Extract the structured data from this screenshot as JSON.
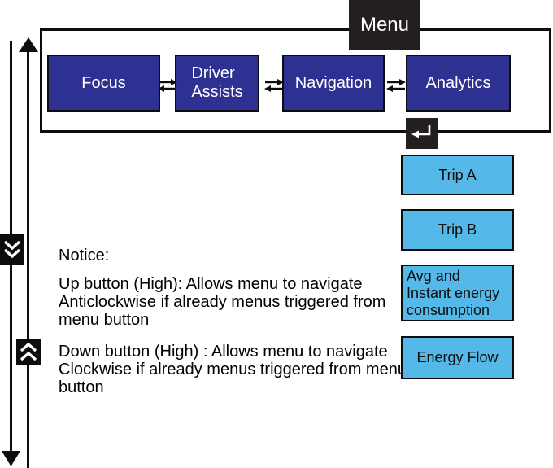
{
  "colors": {
    "dark_blue": "#2E3192",
    "light_blue": "#54B9E8",
    "black_box": "#231F20",
    "line_black": "#0d0d0d",
    "text_black": "#000000",
    "box_text_white": "#ffffff"
  },
  "menu_button": {
    "label": "Menu"
  },
  "menu_bar": {
    "items": [
      {
        "label": "Focus"
      },
      {
        "label": "Driver\nAssists"
      },
      {
        "label": "Navigation"
      },
      {
        "label": "Analytics"
      }
    ]
  },
  "submenu": {
    "items": [
      {
        "label": "Trip A"
      },
      {
        "label": "Trip B"
      },
      {
        "label": "Avg and\nInstant energy\nconsumption"
      },
      {
        "label": "Energy Flow"
      }
    ]
  },
  "notice": {
    "title": "Notice:",
    "up_note": "Up button (High): Allows menu to navigate\nAnticlockwise if already menus triggered from\nmenu button",
    "down_note": "Down button  (High) : Allows menu to navigate\nClockwise if already menus triggered from menu\nbutton"
  },
  "icons": {
    "enter": "enter-return-icon",
    "double_chevron_down": "double-chevron-down-icon",
    "double_chevron_up": "double-chevron-up-icon",
    "bidirectional_arrows": "left-right-arrows-icon",
    "up_arrow_line": "up-arrow",
    "down_arrow_line": "down-arrow"
  }
}
